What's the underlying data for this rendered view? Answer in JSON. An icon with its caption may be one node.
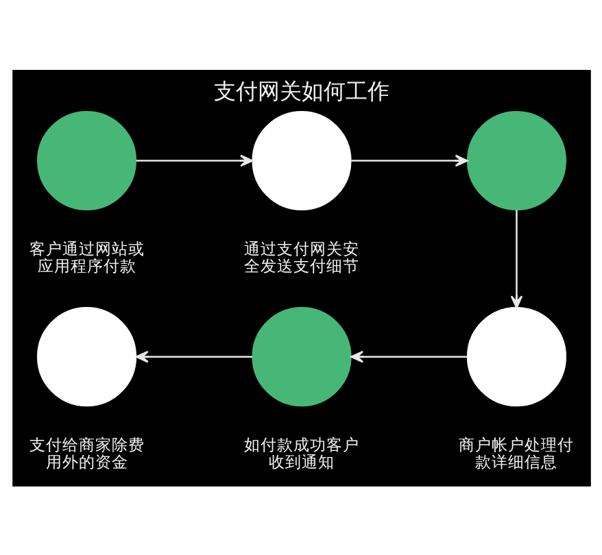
{
  "diagram": {
    "title": "支付网关如何工作",
    "nodes": [
      {
        "text": [],
        "shape": "circle",
        "beside": [
          "客户通过网站或应用程序付款"
        ]
      },
      {
        "text": [],
        "shape": "circle",
        "beside": [
          "通过支付网关安全发送支付细节"
        ]
      },
      {
        "text": [],
        "shape": "circle"
      },
      {
        "text": [],
        "shape": "circle",
        "beside": [
          "商户帐户处理付款详细信息"
        ]
      },
      {
        "text": [],
        "shape": "circle",
        "beside": [
          "如付款成功客户收到通知"
        ]
      },
      {
        "text": [],
        "shape": "circle",
        "beside": [
          "支付给商家除费用外的资金"
        ]
      }
    ],
    "edges": [
      {
        "from": 0,
        "to": 1,
        "arrow": "to"
      },
      {
        "from": 1,
        "to": 2,
        "arrow": "to"
      },
      {
        "from": 2,
        "to": 3,
        "arrow": "to"
      },
      {
        "from": 3,
        "to": 4,
        "arrow": "to"
      },
      {
        "from": 4,
        "to": 5,
        "arrow": "to"
      }
    ]
  }
}
